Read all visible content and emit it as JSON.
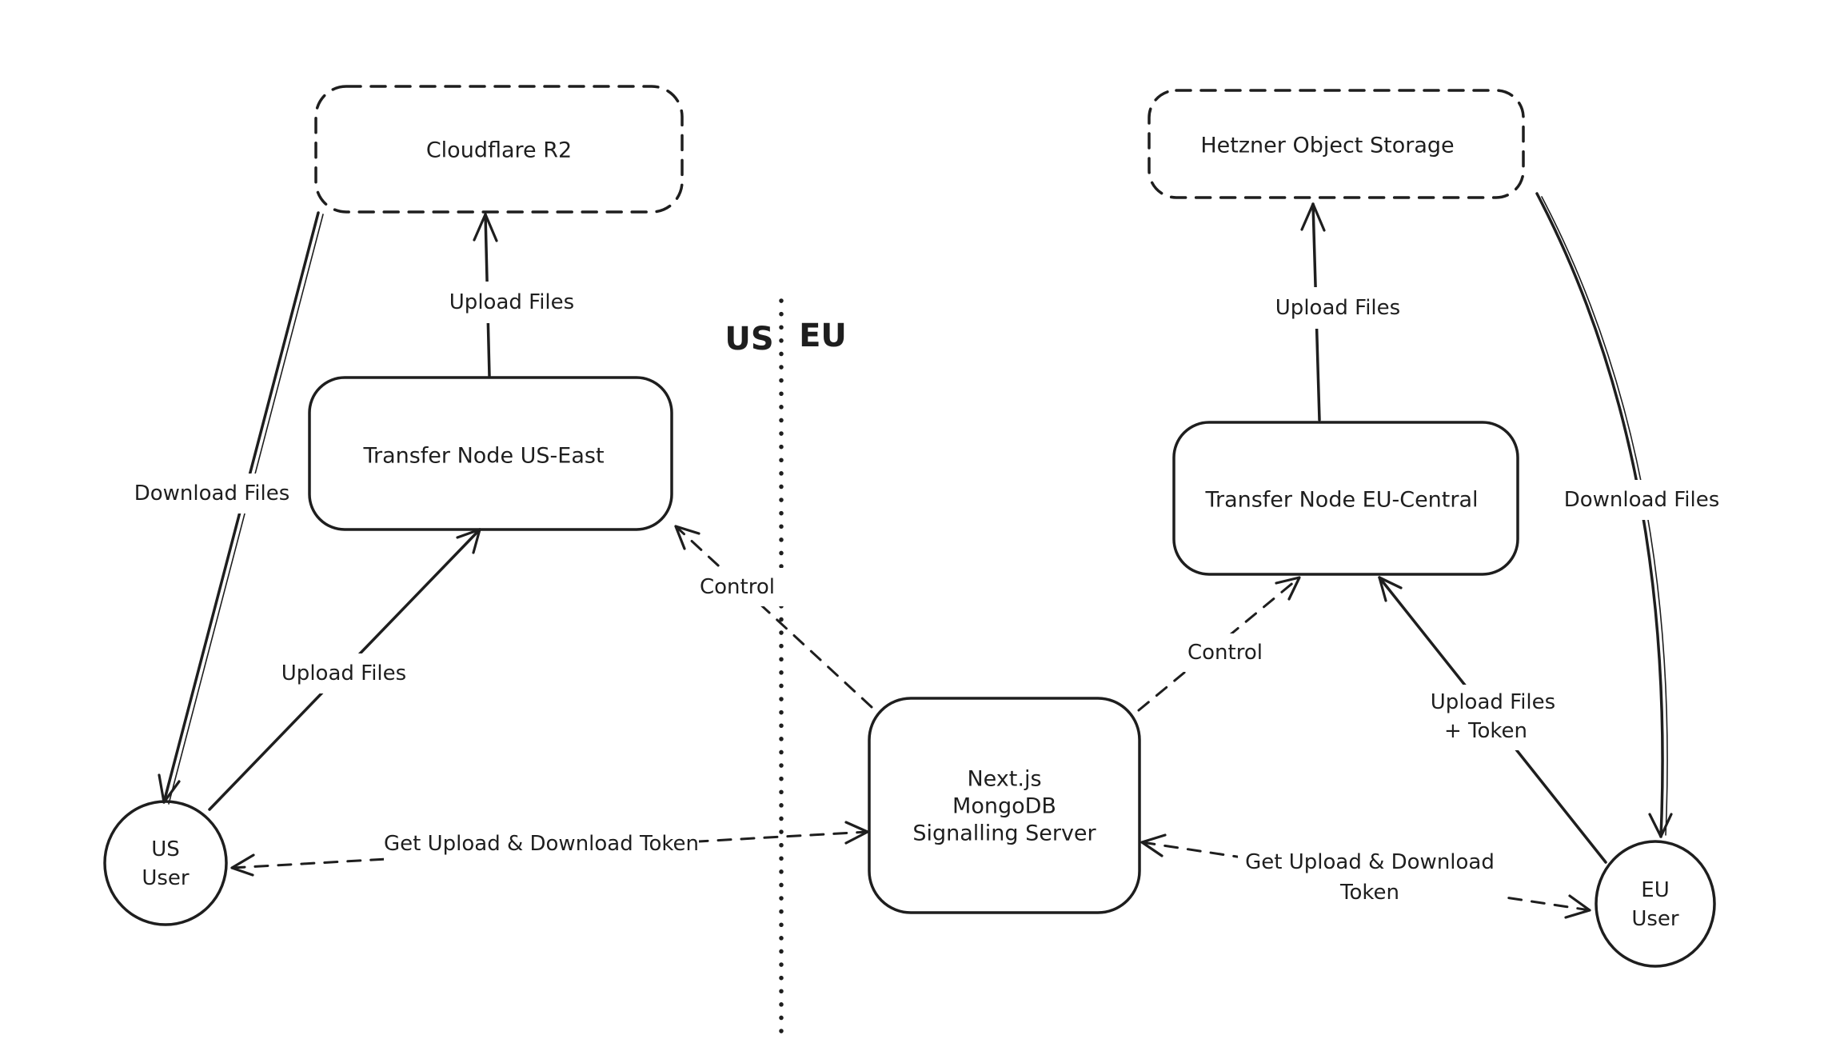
{
  "page": {
    "background_color": "#ffffff",
    "ink_color": "#1e1e1e"
  },
  "divider": {
    "left_region_label": "US",
    "right_region_label": "EU"
  },
  "nodes": {
    "cloudflare": {
      "label": "Cloudflare R2",
      "style": "dashed-rounded-rect"
    },
    "hetzner": {
      "label": "Hetzner Object Storage",
      "style": "dashed-rounded-rect"
    },
    "us_node": {
      "label": "Transfer Node US-East",
      "style": "rounded-rect"
    },
    "eu_node": {
      "label": "Transfer Node EU-Central",
      "style": "rounded-rect"
    },
    "server": {
      "line1": "Next.js",
      "line2": "MongoDB",
      "line3": "Signalling Server",
      "style": "rounded-rect"
    },
    "us_user": {
      "line1": "US",
      "line2": "User",
      "style": "circle"
    },
    "eu_user": {
      "line1": "EU",
      "line2": "User",
      "style": "circle"
    }
  },
  "edges": {
    "us_upload_storage": {
      "label": "Upload Files",
      "from": "us_node",
      "to": "cloudflare",
      "style": "solid-arrow"
    },
    "us_download": {
      "label": "Download Files",
      "from": "cloudflare",
      "to": "us_user",
      "style": "solid-arrow"
    },
    "us_user_upload": {
      "label": "Upload Files",
      "from": "us_user",
      "to": "us_node",
      "style": "solid-arrow"
    },
    "control_us": {
      "label": "Control",
      "from": "server",
      "to": "us_node",
      "style": "dashed-arrow"
    },
    "control_eu": {
      "label": "Control",
      "from": "server",
      "to": "eu_node",
      "style": "dashed-arrow"
    },
    "us_token": {
      "label": "Get Upload & Download Token",
      "from": "us_user",
      "to": "server",
      "style": "dashed-double-arrow"
    },
    "eu_token": {
      "line1": "Get Upload & Download",
      "line2": "Token",
      "from": "eu_user",
      "to": "server",
      "style": "dashed-double-arrow"
    },
    "eu_upload_storage": {
      "label": "Upload Files",
      "from": "eu_node",
      "to": "hetzner",
      "style": "solid-arrow"
    },
    "eu_download": {
      "label": "Download Files",
      "from": "hetzner",
      "to": "eu_user",
      "style": "solid-curved-arrow"
    },
    "eu_user_upload": {
      "line1": "Upload Files",
      "line2": "+ Token",
      "from": "eu_user",
      "to": "eu_node",
      "style": "solid-arrow"
    }
  }
}
